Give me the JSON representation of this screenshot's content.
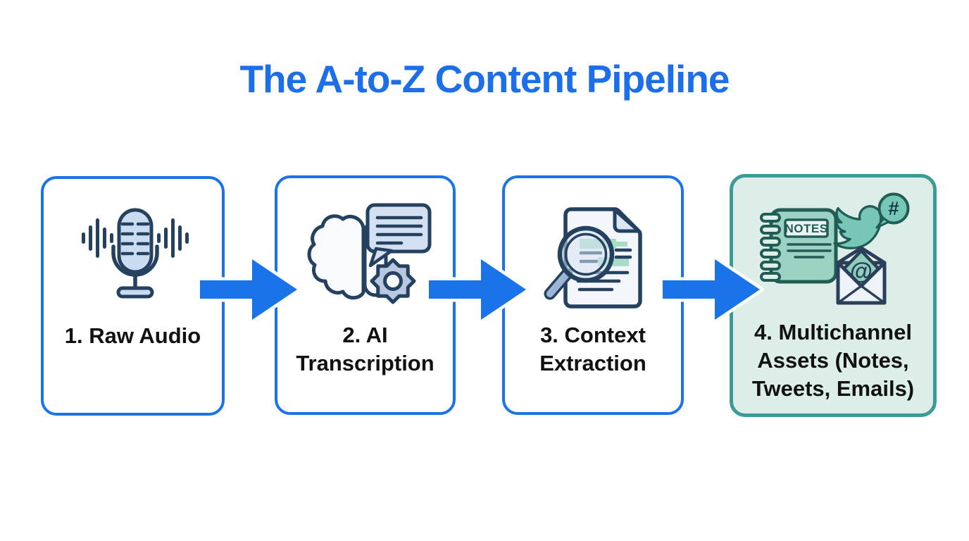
{
  "title": {
    "text": "The A-to-Z Content Pipeline"
  },
  "steps": [
    {
      "label": "1. Raw Audio",
      "icon": "microphone-soundwave-icon",
      "variant": "blue-outline"
    },
    {
      "label": "2. AI Transcription",
      "icon": "brain-speech-gear-icon",
      "variant": "blue-outline"
    },
    {
      "label": "3. Context Extraction",
      "icon": "document-magnifier-icon",
      "variant": "blue-outline"
    },
    {
      "label": "4. Multichannel Assets (Notes, Tweets, Emails)",
      "icon": "notebook-tweet-email-icon",
      "variant": "teal-filled"
    }
  ],
  "icon_text": {
    "notebook": "NOTES",
    "hashtag": "#",
    "at": "@"
  },
  "connectors": [
    {
      "type": "arrow-right"
    },
    {
      "type": "arrow-right"
    },
    {
      "type": "arrow-right"
    }
  ],
  "colors": {
    "title_blue": "#1c6fe8",
    "box_border_blue": "#1a73e8",
    "arrow_blue": "#1a73e8",
    "icon_navy": "#24415f",
    "icon_light_blue": "#cbdcf2",
    "highlight_green": "#a7dcc6",
    "teal_border": "#3e9a94",
    "teal_background": "#ddeee9",
    "teal_fill": "#9cd2c4",
    "teal_dark": "#215c55",
    "label_text": "#111111"
  }
}
